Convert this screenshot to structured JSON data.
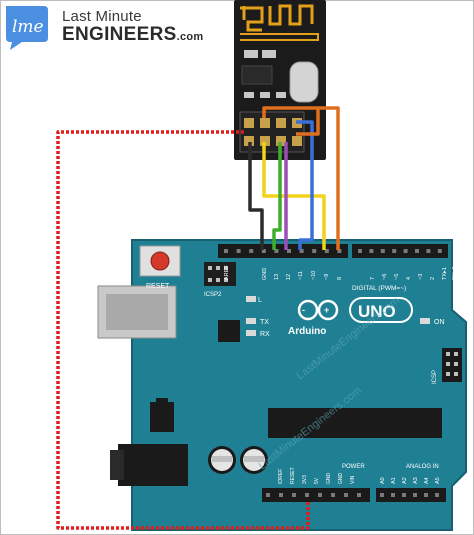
{
  "logo": {
    "mark_text": "lme",
    "line1": "Last Minute",
    "line2": "ENGINEERS",
    "line2_suffix": ".com"
  },
  "watermarks": [
    "LastMinuteEngineers.com",
    "LastMinuteEngineers.com"
  ],
  "arduino": {
    "brand": "Arduino",
    "model": "UNO",
    "reset_label": "RESET",
    "icsp2_label": "ICSP2",
    "icsp_label": "ICSP",
    "digital_label": "DIGITAL (PWM=",
    "digital_tilde": "~",
    "digital_close": ")",
    "power_label": "POWER",
    "analog_label": "ANALOG IN",
    "led_l": "L",
    "led_tx": "TX",
    "led_rx": "RX",
    "led_on": "ON",
    "header_pins_top": [
      "AREF",
      "GND",
      "13",
      "12",
      "~11",
      "~10",
      "~9",
      "8",
      "7",
      "~6",
      "~5",
      "4",
      "~3",
      "2",
      "TX▸1",
      "RX◂0"
    ],
    "header_pins_power": [
      "IOREF",
      "RESET",
      "3V3",
      "5V",
      "GND",
      "GND",
      "VIN"
    ],
    "header_pins_analog": [
      "A0",
      "A1",
      "A2",
      "A3",
      "A4",
      "A5"
    ]
  },
  "wire_colors": {
    "gnd": "#2b2b2b",
    "vcc": "#e21b1b",
    "ce": "#e07020",
    "csn": "#f2d21a",
    "sck": "#3fae2a",
    "mosi": "#3a6fd8",
    "miso": "#9b4fb3"
  },
  "colors": {
    "board": "#1f7f93",
    "board_edge": "#16606f",
    "module_pcb": "#1a1a1a",
    "antenna": "#e3a11b",
    "logo_blue": "#4a8fe0"
  }
}
